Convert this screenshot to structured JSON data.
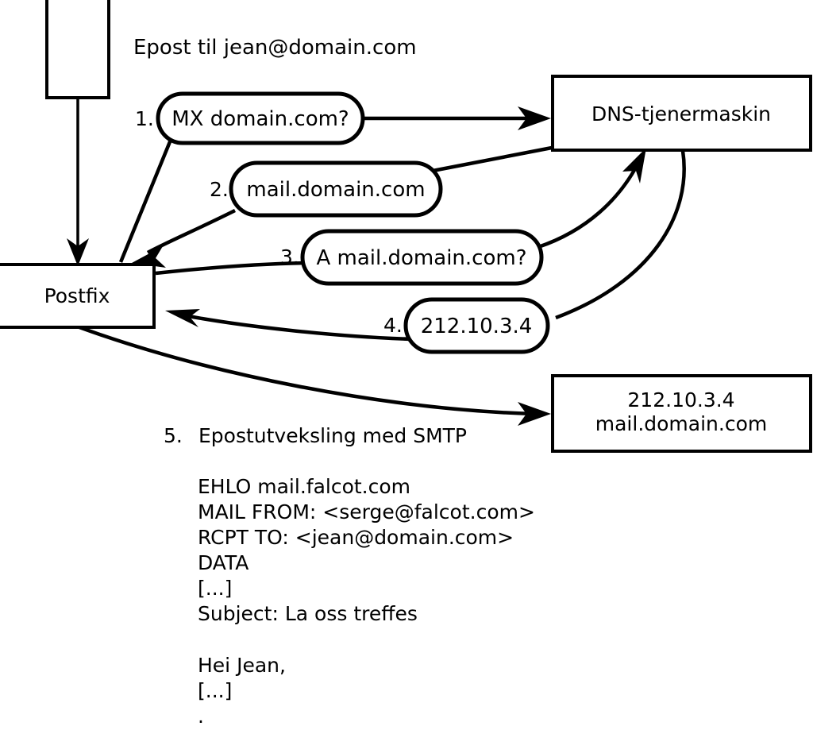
{
  "diagram": {
    "title_caption": "Epost til jean@domain.com",
    "nodes": {
      "client": {
        "label": ""
      },
      "postfix": {
        "label": "Postfix"
      },
      "dns": {
        "label": "DNS-tjenermaskin"
      },
      "mailserver": {
        "line1": "212.10.3.4",
        "line2": "mail.domain.com"
      }
    },
    "steps": [
      {
        "number": "1.",
        "label": "MX domain.com?"
      },
      {
        "number": "2.",
        "label": "mail.domain.com"
      },
      {
        "number": "3.",
        "label": "A mail.domain.com?"
      },
      {
        "number": "4.",
        "label": "212.10.3.4"
      }
    ],
    "step5": {
      "number": "5.",
      "label": "Epostutveksling med SMTP"
    },
    "smtp_transcript": [
      "EHLO mail.falcot.com",
      "MAIL FROM: <serge@falcot.com>",
      "RCPT TO: <jean@domain.com>",
      "DATA",
      "[...]",
      "Subject: La oss treffes",
      "",
      "Hei Jean,",
      "[...]",
      "."
    ],
    "colors": {
      "stroke": "#000000",
      "fill": "#ffffff",
      "text": "#000000"
    }
  }
}
